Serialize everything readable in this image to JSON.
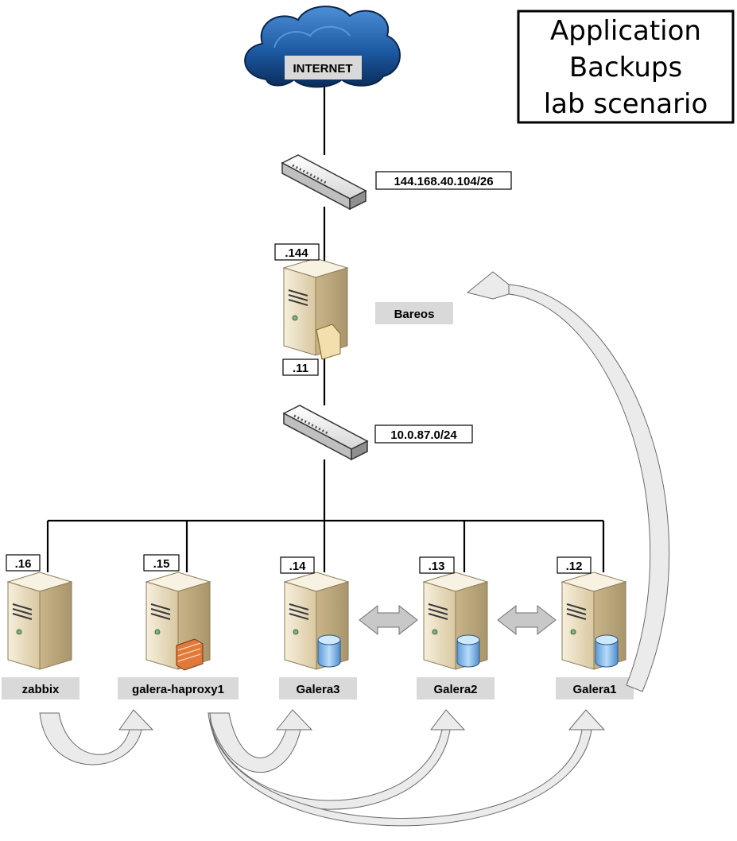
{
  "title": {
    "lines": [
      "Application",
      "Backups",
      "lab scenario"
    ]
  },
  "internet": {
    "label": "INTERNET"
  },
  "networks": {
    "external": "144.168.40.104/26",
    "internal": "10.0.87.0/24"
  },
  "bareos": {
    "name": "Bareos",
    "external_ip": ".144",
    "internal_ip": ".11",
    "icon": "file-folder-icon"
  },
  "servers": [
    {
      "name": "zabbix",
      "ip": ".16",
      "icon": "none"
    },
    {
      "name": "galera-haproxy1",
      "ip": ".15",
      "icon": "firewall-icon"
    },
    {
      "name": "Galera3",
      "ip": ".14",
      "icon": "database-icon"
    },
    {
      "name": "Galera2",
      "ip": ".13",
      "icon": "database-icon"
    },
    {
      "name": "Galera1",
      "ip": ".12",
      "icon": "database-icon"
    }
  ],
  "colors": {
    "cloud": "#1a4f8f",
    "server_body": "#e8dcc0",
    "label_bg": "#d9d9d9",
    "arrow_fill": "#ebebeb",
    "database": "#7fb4e6",
    "firewall": "#e07a3a"
  }
}
